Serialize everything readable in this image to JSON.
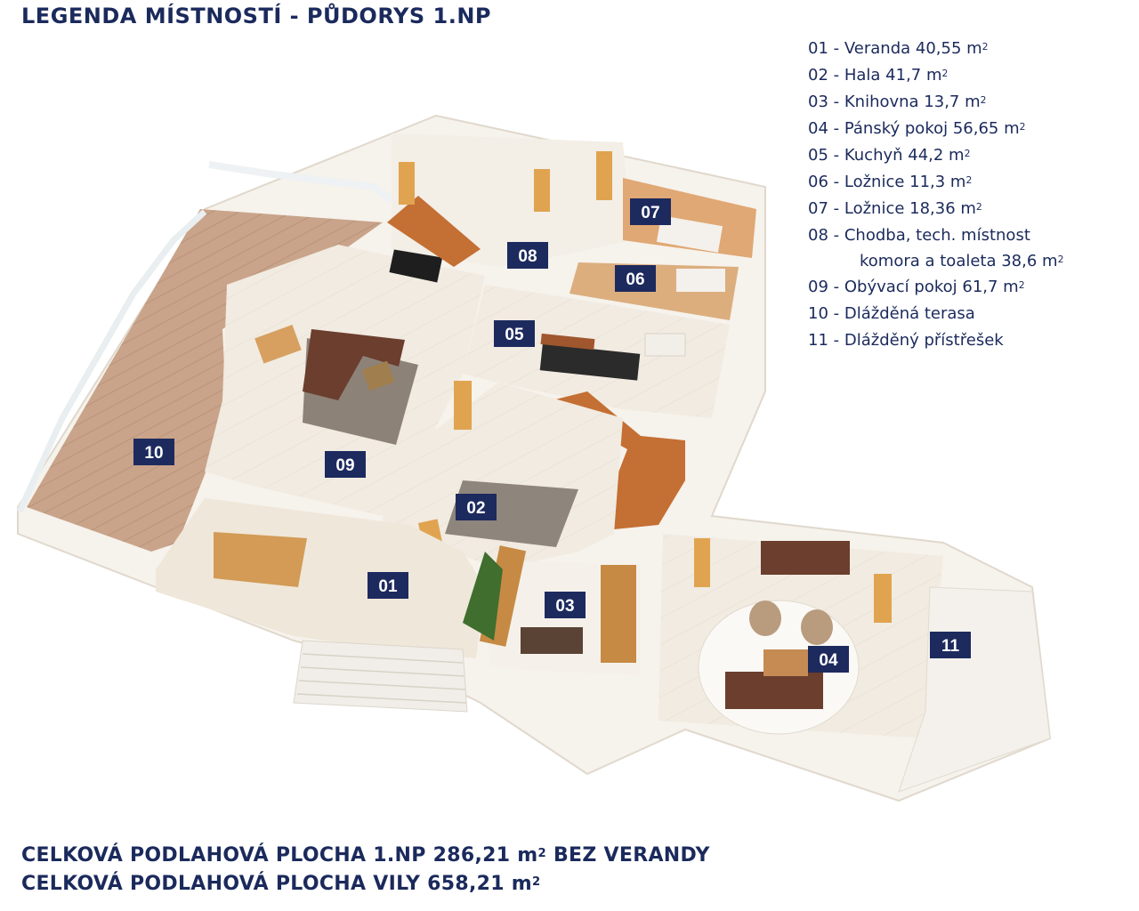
{
  "title": "LEGENDA MÍSTNOSTÍ - PŮDORYS 1.NP",
  "legend": [
    {
      "num": "01",
      "name": "Veranda 40,55 m",
      "sup": "2"
    },
    {
      "num": "02",
      "name": "Hala 41,7 m",
      "sup": "2"
    },
    {
      "num": "03",
      "name": "Knihovna 13,7 m",
      "sup": "2"
    },
    {
      "num": "04",
      "name": "Pánský pokoj 56,65 m",
      "sup": "2"
    },
    {
      "num": "05",
      "name": "Kuchyň 44,2 m",
      "sup": "2"
    },
    {
      "num": "06",
      "name": "Ložnice 11,3 m",
      "sup": "2"
    },
    {
      "num": "07",
      "name": "Ložnice 18,36 m",
      "sup": "2"
    },
    {
      "num": "08",
      "name": "Chodba, tech. místnost",
      "cont": "komora a toaleta 38,6 m",
      "sup": "2"
    },
    {
      "num": "09",
      "name": "Obývací pokoj 61,7 m",
      "sup": "2"
    },
    {
      "num": "10",
      "name": "Dlážděná terasa"
    },
    {
      "num": "11",
      "name": "Dlážděný přístřešek"
    }
  ],
  "labels": {
    "r01": "01",
    "r02": "02",
    "r03": "03",
    "r04": "04",
    "r05": "05",
    "r06": "06",
    "r07": "07",
    "r08": "08",
    "r09": "09",
    "r10": "10",
    "r11": "11"
  },
  "footer": {
    "line1_a": "CELKOVÁ PODLAHOVÁ PLOCHA 1.NP 286,21 m",
    "line1_sup": "2",
    "line1_b": " BEZ VERANDY",
    "line2_a": "CELKOVÁ PODLAHOVÁ PLOCHA VILY 658,21 m",
    "line2_sup": "2"
  },
  "colors": {
    "navy": "#1d2a5e",
    "floor": "#efe8dc",
    "wall": "#fbfaf7",
    "deck": "#c9a58a",
    "wood": "#c77a3a",
    "sofa": "#6b3e2e"
  }
}
